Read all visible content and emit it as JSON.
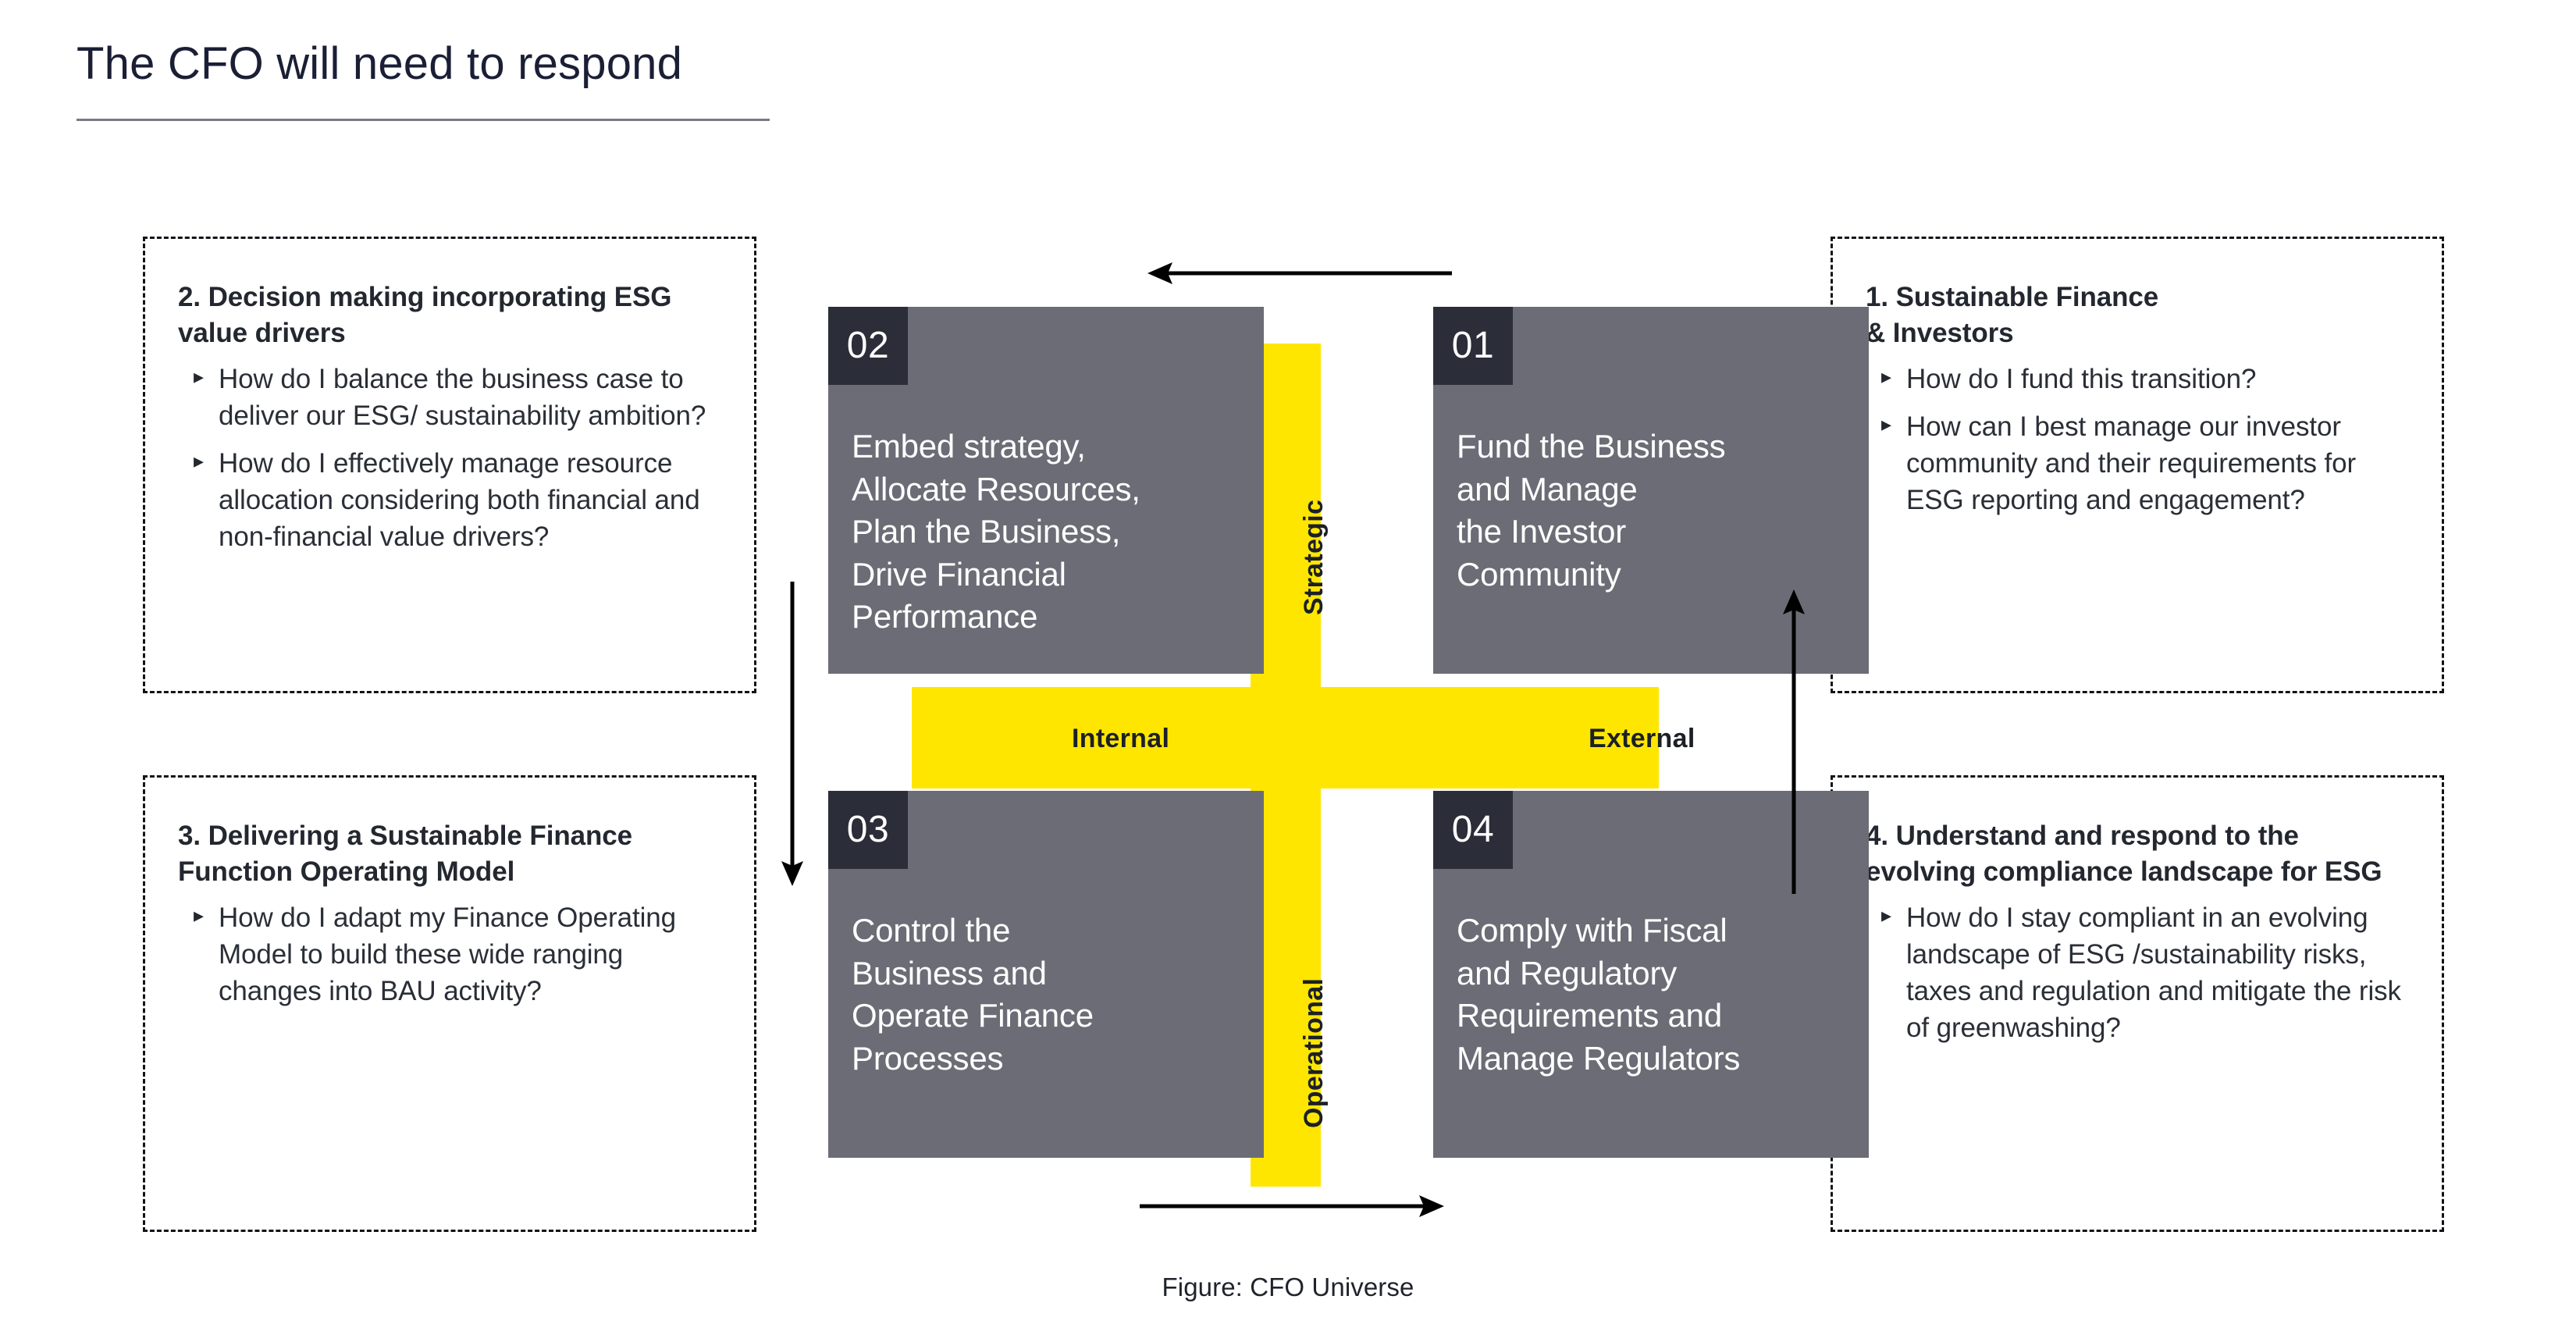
{
  "page": {
    "title": "The CFO will need to respond",
    "figure_caption": "Figure: CFO Universe"
  },
  "colors": {
    "accent_yellow": "#FFE600",
    "tile_gray": "#6C6C76",
    "badge_dark": "#2B2E38",
    "text_dark": "#23272F",
    "title_navy": "#1A1F36"
  },
  "matrix": {
    "axis_labels": {
      "vertical_top": "Strategic",
      "vertical_bottom": "Operational",
      "horizontal_left": "Internal",
      "horizontal_right": "External"
    },
    "quadrants": [
      {
        "number": "02",
        "text": "Embed strategy,\nAllocate Resources,\nPlan the Business,\nDrive Financial\nPerformance"
      },
      {
        "number": "01",
        "text": "Fund the Business\nand Manage\nthe Investor\nCommunity"
      },
      {
        "number": "03",
        "text": "Control the\nBusiness and\nOperate Finance\nProcesses"
      },
      {
        "number": "04",
        "text": "Comply with Fiscal\nand Regulatory\nRequirements and\nManage Regulators"
      }
    ],
    "arrows": [
      {
        "name": "arrow-left-top",
        "direction": "left"
      },
      {
        "name": "arrow-right-bottom",
        "direction": "right"
      },
      {
        "name": "arrow-down-left",
        "direction": "down"
      },
      {
        "name": "arrow-up-right",
        "direction": "up"
      }
    ]
  },
  "callouts": {
    "c1": {
      "title": "1. Sustainable Finance\n& Investors",
      "bullets": [
        "How do I fund this transition?",
        "How can I best manage our investor community and their requirements for ESG reporting and engagement?"
      ]
    },
    "c2": {
      "title": "2. Decision making incorporating ESG value drivers",
      "bullets": [
        "How do I balance the business case to deliver our ESG/ sustainability ambition?",
        "How do I effectively manage resource allocation considering both financial and non-financial value drivers?"
      ]
    },
    "c3": {
      "title": "3. Delivering a Sustainable Finance Function Operating Model",
      "bullets": [
        "How do I adapt my Finance Operating Model to build these wide ranging changes into BAU activity?"
      ]
    },
    "c4": {
      "title": "4. Understand and respond to the evolving compliance landscape for ESG",
      "bullets": [
        "How do I stay compliant in an evolving landscape of ESG /sustainability risks, taxes and regulation and mitigate the risk of greenwashing?"
      ]
    }
  },
  "icons": {
    "bullet": "▸"
  }
}
